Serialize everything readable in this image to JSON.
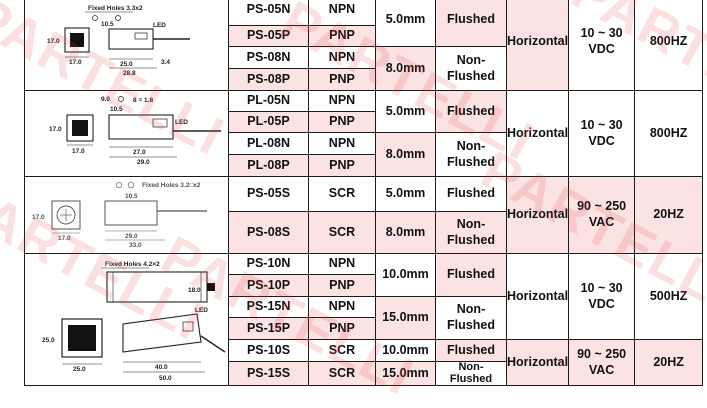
{
  "rows": [
    {
      "model": "PS-05N",
      "output": "NPN",
      "distance": "5.0mm",
      "mount": "Flushed",
      "direction": "Horizontal",
      "voltage": "10 ~ 30\nVDC",
      "frequency": "800HZ"
    },
    {
      "model": "PS-05P",
      "output": "PNP"
    },
    {
      "model": "PS-08N",
      "output": "NPN",
      "distance": "8.0mm",
      "mount": "Non-\nFlushed"
    },
    {
      "model": "PS-08P",
      "output": "PNP"
    },
    {
      "model": "PL-05N",
      "output": "NPN",
      "distance": "5.0mm",
      "mount": "Flushed",
      "direction": "Horizontal",
      "voltage": "10 ~ 30\nVDC",
      "frequency": "800HZ"
    },
    {
      "model": "PL-05P",
      "output": "PNP"
    },
    {
      "model": "PL-08N",
      "output": "NPN",
      "distance": "8.0mm",
      "mount": "Non-\nFlushed"
    },
    {
      "model": "PL-08P",
      "output": "PNP"
    },
    {
      "model": "PS-05S",
      "output": "SCR",
      "distance": "5.0mm",
      "mount": "Flushed",
      "direction": "Horizontal",
      "voltage": "90 ~ 250\nVAC",
      "frequency": "20HZ"
    },
    {
      "model": "PS-08S",
      "output": "SCR",
      "distance": "8.0mm",
      "mount": "Non-\nFlushed"
    },
    {
      "model": "PS-10N",
      "output": "NPN",
      "distance": "10.0mm",
      "mount": "Flushed",
      "direction": "Horizontal",
      "voltage": "10 ~ 30\nVDC",
      "frequency": "500HZ"
    },
    {
      "model": "PS-10P",
      "output": "PNP"
    },
    {
      "model": "PS-15N",
      "output": "NPN",
      "distance": "15.0mm",
      "mount": "Non-\nFlushed"
    },
    {
      "model": "PS-15P",
      "output": "PNP"
    },
    {
      "model": "PS-10S",
      "output": "SCR",
      "distance": "10.0mm",
      "mount": "Flushed",
      "direction": "Horizontal",
      "voltage": "90 ~ 250\nVAC",
      "frequency": "20HZ"
    },
    {
      "model": "PS-15S",
      "output": "SCR",
      "distance": "15.0mm",
      "mount": "Non-\nFlushed"
    }
  ],
  "drawings": [
    {
      "holes": "Fixed Holes 3.3x2",
      "dims": [
        "10.5",
        "17.0",
        "17.0",
        "25.0",
        "28.8",
        "3.4"
      ],
      "led": "LED"
    },
    {
      "holes": "",
      "dims": [
        "9.0",
        "10.5",
        "8 = 1.8",
        "17.0",
        "17.0",
        "27.0",
        "29.0"
      ],
      "led": "LED"
    },
    {
      "holes": "Fixed Holes 3.2□x2",
      "dims": [
        "10.5",
        "17.0",
        "17.0",
        "29.0",
        "33.0"
      ],
      "led": ""
    },
    {
      "holes": "Fixed Holes 4.2×2",
      "dims": [
        "18.0",
        "25.0",
        "25.0",
        "40.0",
        "50.0"
      ],
      "led": "LED"
    }
  ],
  "watermark": "PARTELLI"
}
